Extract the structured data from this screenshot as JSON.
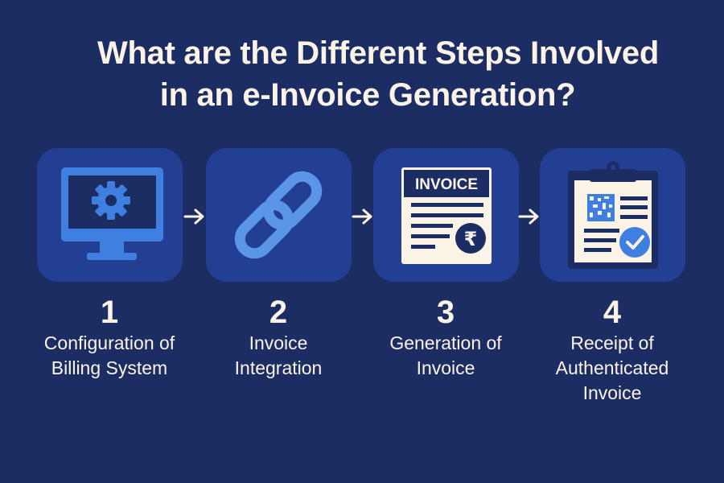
{
  "title": {
    "line1": "What are the Different Steps Involved",
    "line2": "in an e-Invoice Generation?"
  },
  "colors": {
    "background": "#1b2d63",
    "box": "#233f94",
    "icon_blue": "#3f7fe0",
    "paper": "#fbf3e6",
    "dark_navy": "#1b2d63",
    "text": "#fbf3e6"
  },
  "steps": [
    {
      "number": "1",
      "label": "Configuration of Billing System",
      "icon": "monitor-gear-icon"
    },
    {
      "number": "2",
      "label": "Invoice Integration",
      "icon": "chain-link-icon"
    },
    {
      "number": "3",
      "label": "Generation of Invoice",
      "icon": "invoice-rupee-icon",
      "icon_text": "INVOICE",
      "currency_symbol": "₹"
    },
    {
      "number": "4",
      "label": "Receipt of Authenticated Invoice",
      "icon": "clipboard-qr-check-icon"
    }
  ],
  "arrows": [
    "arrow-right-icon",
    "arrow-right-icon",
    "arrow-right-icon"
  ]
}
